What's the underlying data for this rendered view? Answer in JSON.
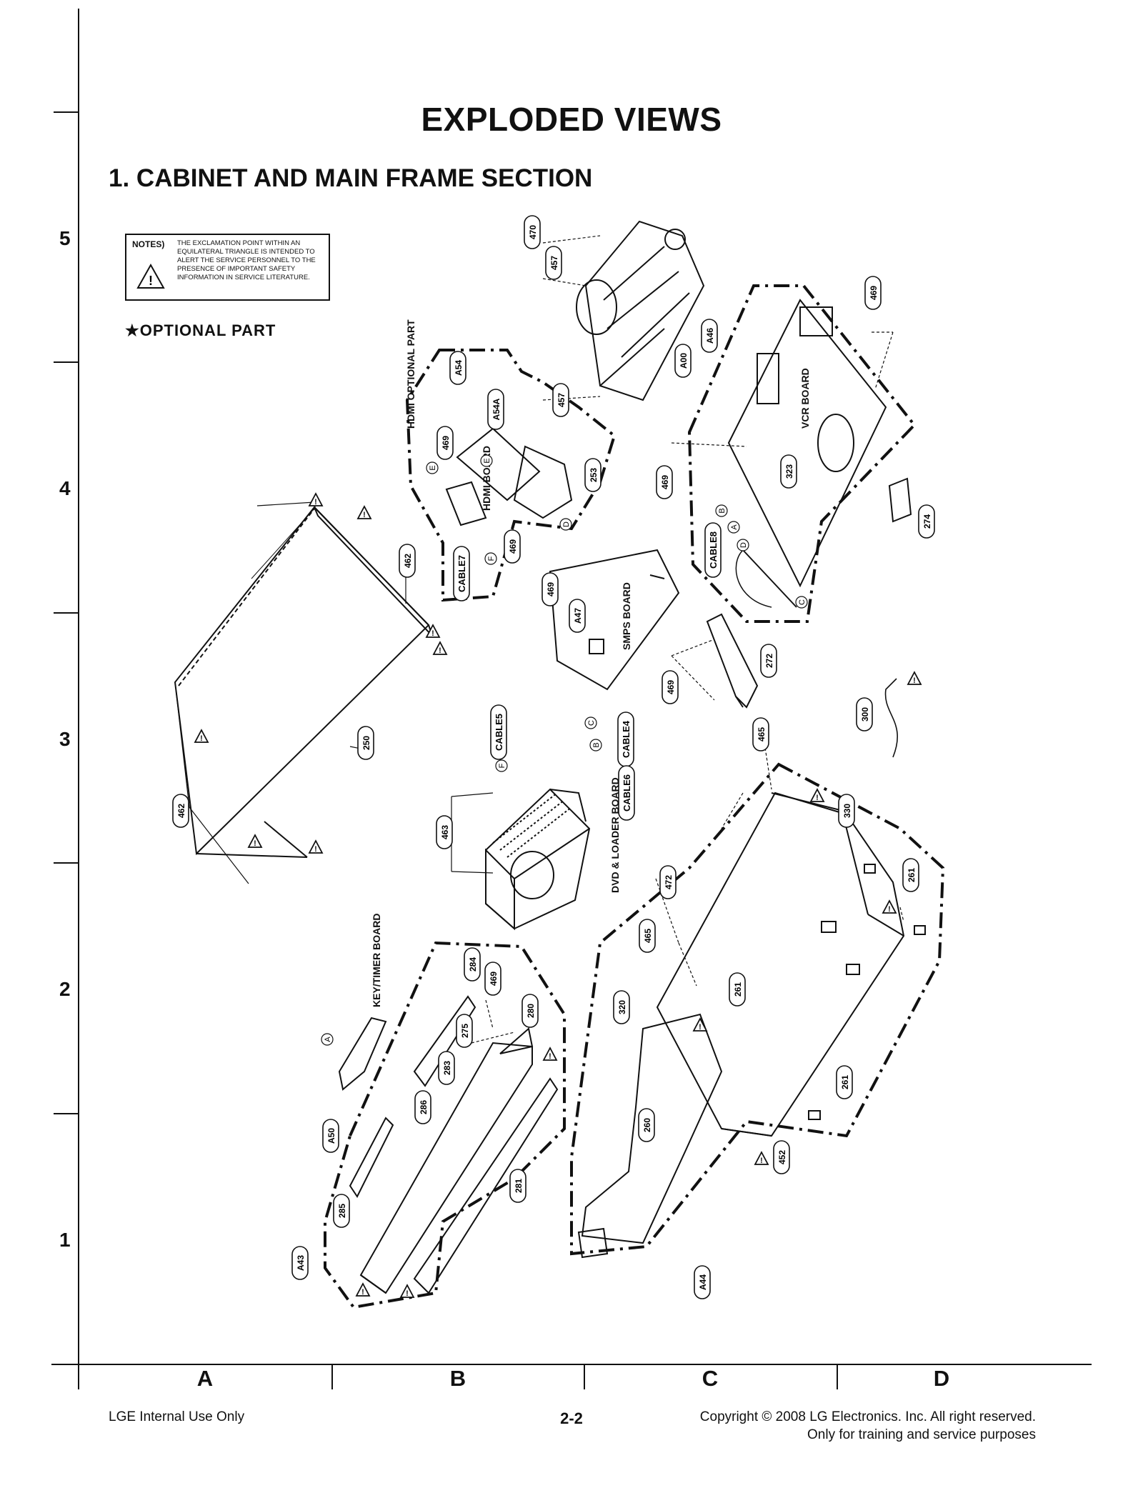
{
  "page_title": "EXPLODED VIEWS",
  "section_title": "1. CABINET AND MAIN FRAME SECTION",
  "notes": {
    "label": "NOTES)",
    "text": "THE EXCLAMATION POINT WITHIN AN EQUILATERAL TRIANGLE IS INTENDED TO ALERT THE SERVICE PERSONNEL TO THE PRESENCE OF IMPORTANT SAFETY INFORMATION IN SERVICE LITERATURE."
  },
  "optional_part": "★OPTIONAL PART",
  "grid": {
    "rows": [
      "5",
      "4",
      "3",
      "2",
      "1"
    ],
    "columns": [
      "A",
      "B",
      "C",
      "D"
    ]
  },
  "boards": {
    "hdmi_optional": "HDMI OPTIONAL PART",
    "hdmi_board": "HDMI BOARD",
    "vcr_board": "VCR BOARD",
    "smps_board": "SMPS BOARD",
    "dvd_loader_board": "DVD & LOADER BOARD",
    "key_timer_board": "KEY/TIMER BOARD"
  },
  "callouts": [
    "470",
    "457",
    "457",
    "A00",
    "A46",
    "469",
    "469",
    "A54",
    "A54A",
    "469",
    "253",
    "469",
    "CABLE7",
    "462",
    "A47",
    "469",
    "323",
    "CABLE8",
    "274",
    "272",
    "469",
    "300",
    "CABLE5",
    "CABLE4",
    "CABLE6",
    "465",
    "463",
    "250",
    "462",
    "330",
    "261",
    "472",
    "465",
    "320",
    "261",
    "284",
    "469",
    "275",
    "280",
    "283",
    "286",
    "A50",
    "285",
    "281",
    "A43",
    "260",
    "452",
    "261",
    "A44"
  ],
  "letters": [
    "E",
    "E",
    "F",
    "D",
    "C",
    "B",
    "A",
    "D",
    "C",
    "B",
    "F",
    "A"
  ],
  "footer": {
    "left": "LGE Internal Use Only",
    "center": "2-2",
    "right_line1": "Copyright © 2008 LG Electronics. Inc. All right reserved.",
    "right_line2": "Only for training and service purposes"
  }
}
